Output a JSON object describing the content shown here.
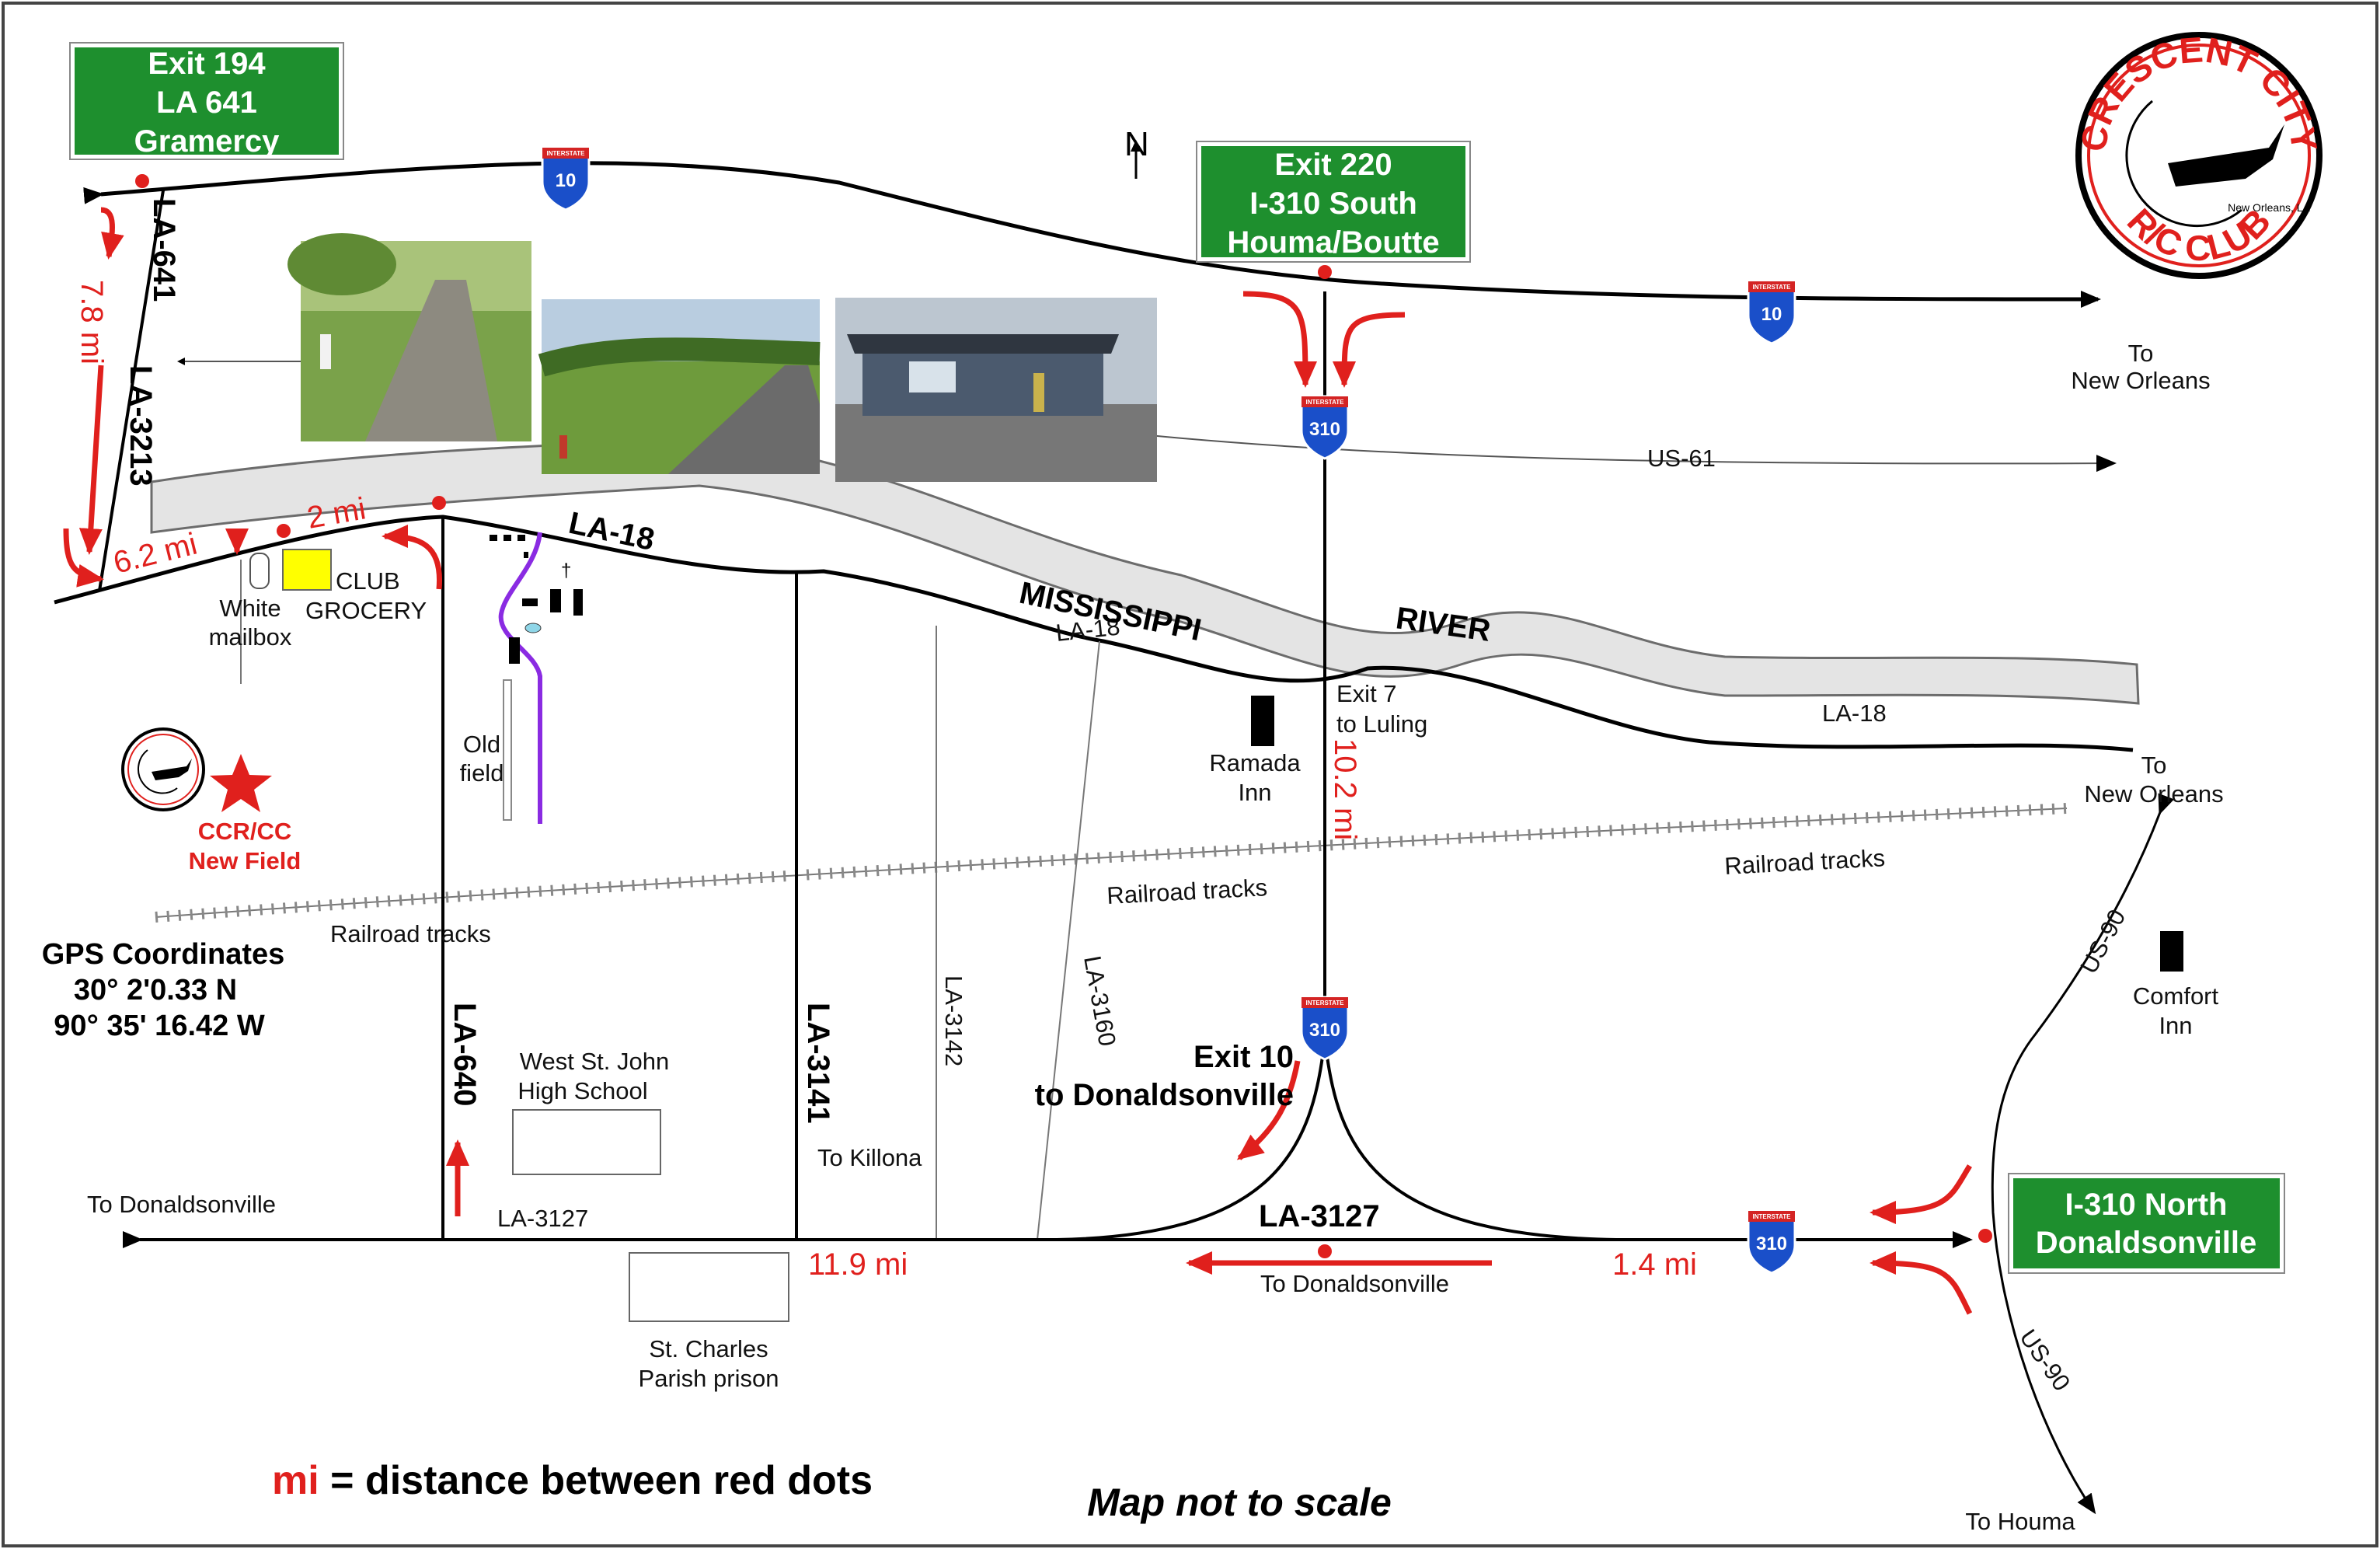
{
  "signs": {
    "exit194": [
      "Exit 194",
      "LA 641",
      "Gramercy"
    ],
    "exit220": [
      "Exit 220",
      "I-310 South",
      "Houma/Boutte"
    ],
    "i310north": [
      "I-310 North",
      "Donaldsonville"
    ]
  },
  "logo": {
    "top": "CRESCENT CITY",
    "bottom": "R/C CLUB",
    "city": "New Orleans, LA"
  },
  "shields": {
    "i10": "10",
    "i310": "310",
    "banner": "INTERSTATE"
  },
  "north": "N",
  "roads": {
    "la641": "LA-641",
    "la3213": "LA-3213",
    "la18": "LA-18",
    "la18_small": "LA-18",
    "la640": "LA-640",
    "la3141": "LA-3141",
    "la3142": "LA-3142",
    "la3160": "LA-3160",
    "la3127": "LA-3127",
    "la3127_small": "LA-3127",
    "us61": "US-61",
    "us90a": "US-90",
    "us90b": "US-90"
  },
  "river": {
    "name1": "MISSISSIPPI",
    "name2": "RIVER"
  },
  "distances": {
    "d78": "7.8 mi",
    "d62": "6.2 mi",
    "d2": "2 mi",
    "d102": "10.2 mi",
    "d119": "11.9 mi",
    "d14": "1.4 mi"
  },
  "labels": {
    "to_new_orleans_1": [
      "To",
      "New Orleans"
    ],
    "to_new_orleans_2": [
      "To",
      "New Orleans"
    ],
    "club_grocery": [
      "CLUB",
      "GROCERY"
    ],
    "white_mailbox": [
      "White",
      "mailbox"
    ],
    "old_field": [
      "Old",
      "field"
    ],
    "exit7": [
      "Exit 7",
      "to Luling"
    ],
    "ramada": [
      "Ramada",
      "Inn"
    ],
    "comfort": [
      "Comfort",
      "Inn"
    ],
    "railroad": "Railroad tracks",
    "new_field": [
      "CCR/CC",
      "New Field"
    ],
    "gps": [
      "GPS Coordinates",
      "30° 2'0.33 N",
      "90° 35' 16.42 W"
    ],
    "school": [
      "West St. John",
      "High School"
    ],
    "prison": [
      "St. Charles",
      "Parish prison"
    ],
    "to_killona": "To Killona",
    "exit10": [
      "Exit 10",
      "to Donaldsonville"
    ],
    "to_donaldsonville": "To Donaldsonville",
    "to_houma": "To Houma"
  },
  "legend": {
    "mi": "mi",
    "rest": " = distance between red dots"
  },
  "footnote": "Map not to scale"
}
